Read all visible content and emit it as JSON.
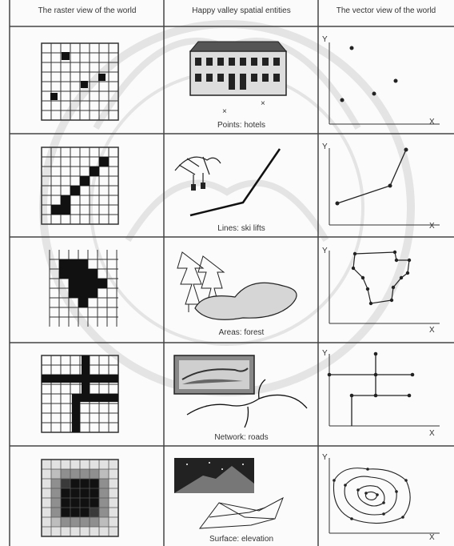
{
  "headers": {
    "raster": "The raster view of the world",
    "reality": "Happy valley spatial entities",
    "vector": "The vector view of the world"
  },
  "rows": [
    {
      "caption": "Points: hotels"
    },
    {
      "caption": "Lines: ski lifts"
    },
    {
      "caption": "Areas: forest"
    },
    {
      "caption": "Network: roads"
    },
    {
      "caption": "Surface: elevation"
    }
  ],
  "axis": {
    "x": "X",
    "y": "Y"
  },
  "colors": {
    "ink": "#222222",
    "line": "#444444",
    "light": "#d9d9d9",
    "mid": "#9e9e9e"
  }
}
